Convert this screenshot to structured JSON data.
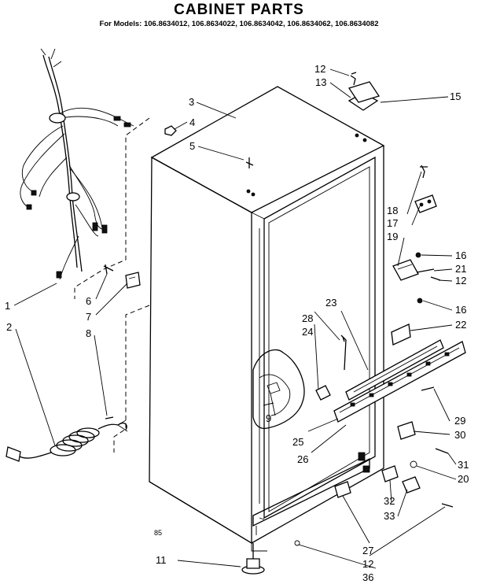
{
  "title": "CABINET PARTS",
  "models_line": "For Models: 106.8634012, 106.8634022, 106.8634042, 106.8634062, 106.8634082",
  "page_code": "85",
  "callouts": {
    "c1": "1",
    "c2": "2",
    "c3": "3",
    "c4": "4",
    "c5": "5",
    "c6": "6",
    "c7": "7",
    "c8": "8",
    "c9": "9",
    "c11": "11",
    "c12a": "12",
    "c12b": "12",
    "c12c": "12",
    "c13": "13",
    "c15": "15",
    "c16a": "16",
    "c16b": "16",
    "c17": "17",
    "c18": "18",
    "c19": "19",
    "c20": "20",
    "c21": "21",
    "c22": "22",
    "c23": "23",
    "c24": "24",
    "c25": "25",
    "c26": "26",
    "c27": "27",
    "c28": "28",
    "c29": "29",
    "c30": "30",
    "c31": "31",
    "c32": "32",
    "c33": "33",
    "c36": "36"
  }
}
